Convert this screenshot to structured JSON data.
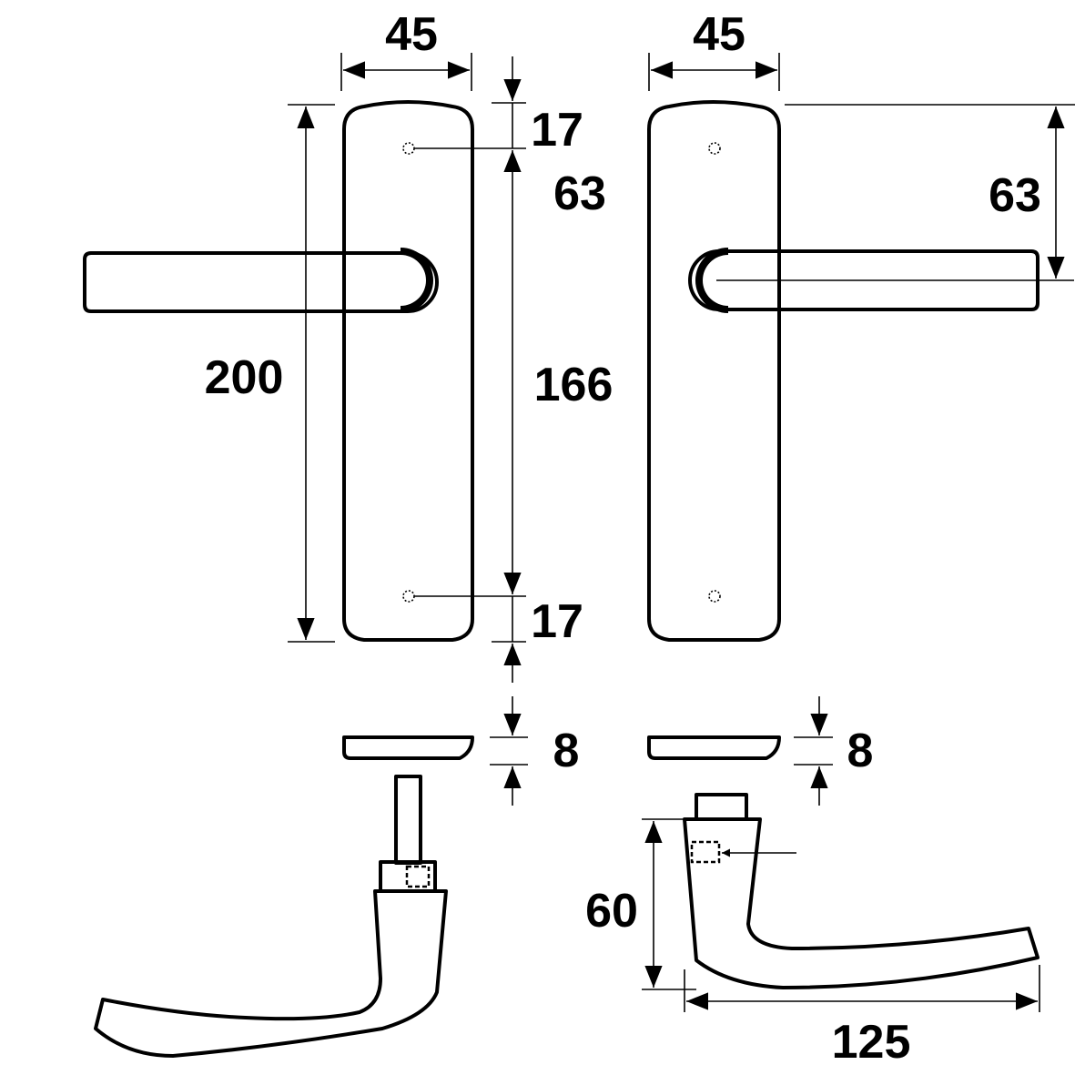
{
  "title": "Lever handle on backplate - dimension drawing",
  "colors": {
    "line": "#000000",
    "background": "#ffffff"
  },
  "dimensions": {
    "left_plate_width": "45",
    "right_plate_width": "45",
    "top_screw_offset": "17",
    "lever_height_left": "63",
    "plate_height": "200",
    "screw_centres": "166",
    "bottom_screw_offset": "17",
    "lever_height_right": "63",
    "rose_thickness_left": "8",
    "rose_thickness_right": "8",
    "lever_projection": "60",
    "lever_length": "125"
  }
}
